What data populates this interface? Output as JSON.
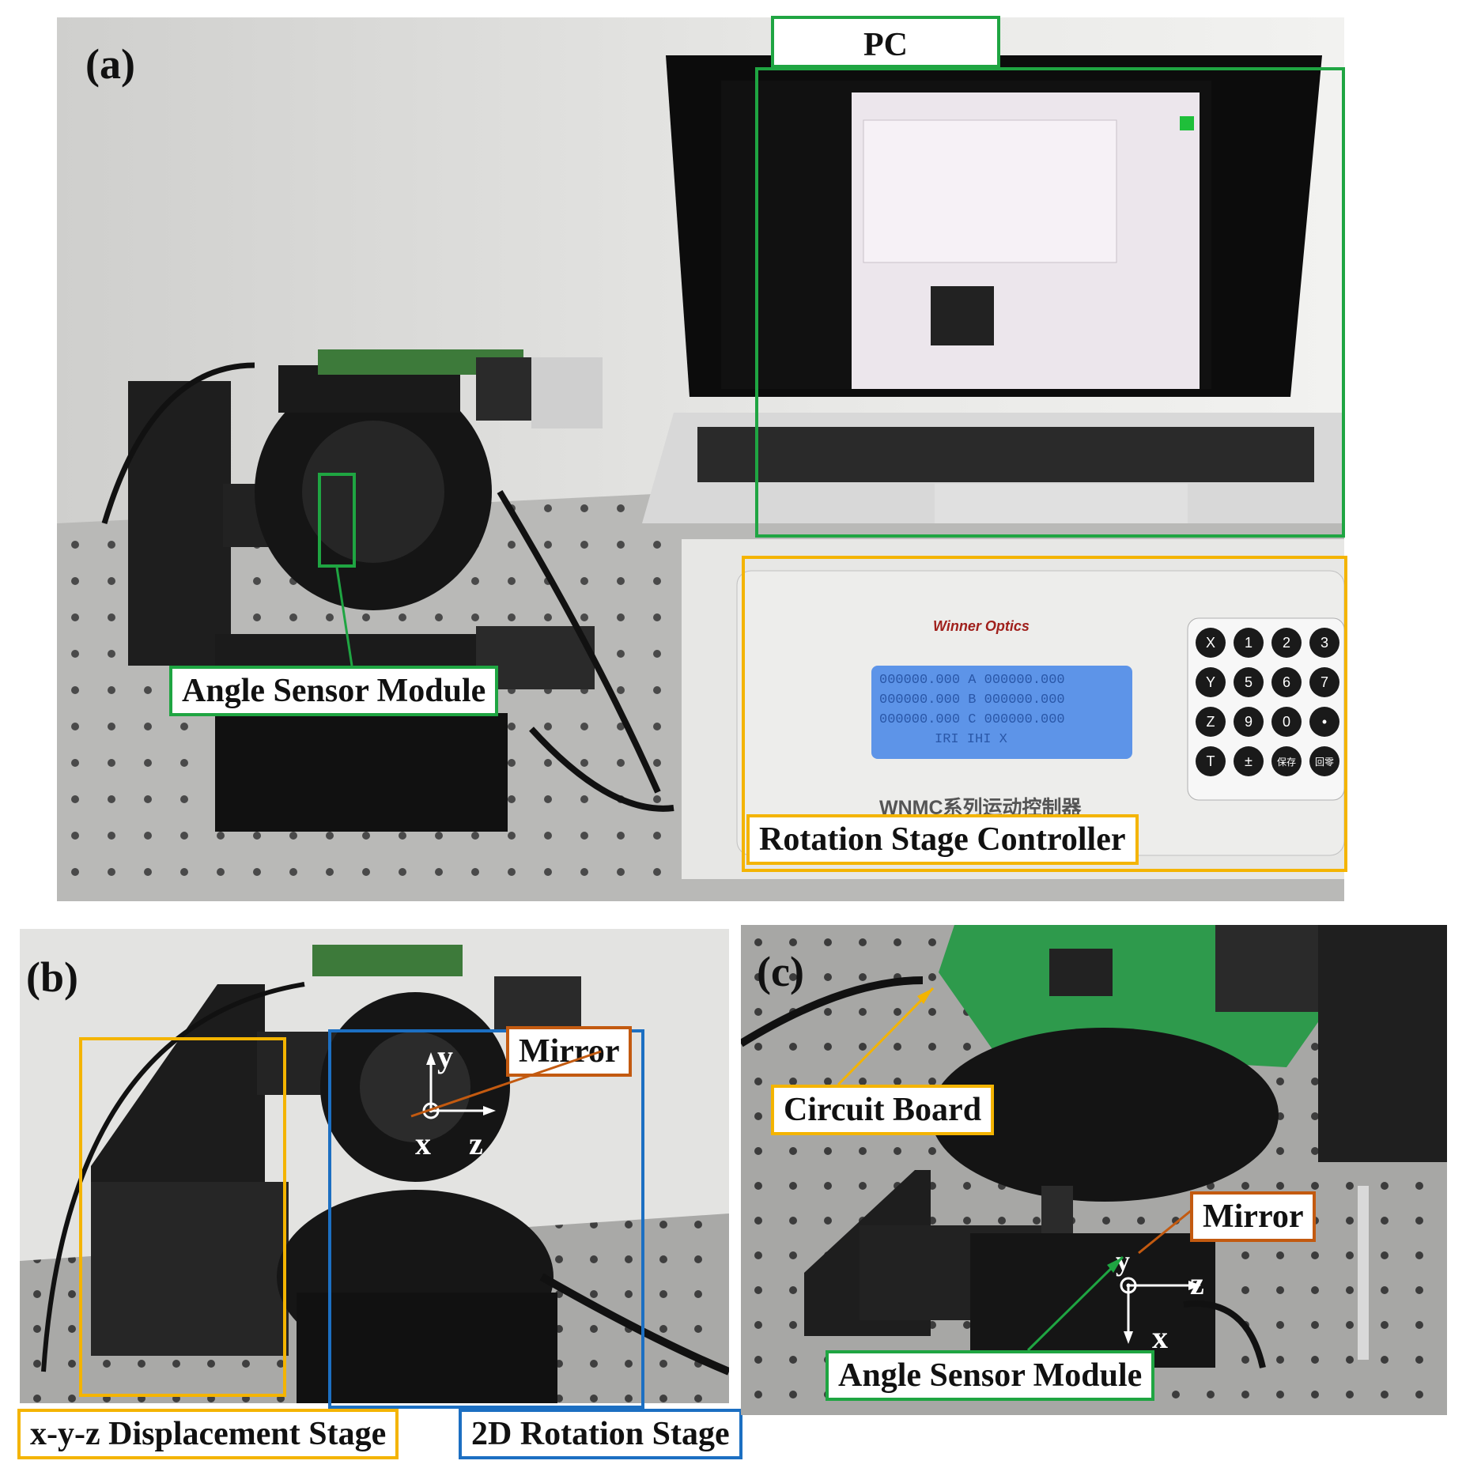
{
  "panels": {
    "a": {
      "label": "(a)"
    },
    "b": {
      "label": "(b)"
    },
    "c": {
      "label": "(c)"
    }
  },
  "labels": {
    "pc": "PC",
    "angle_sensor_a": "Angle Sensor Module",
    "controller": "Rotation Stage Controller",
    "mirror_b": "Mirror",
    "displacement": "x-y-z Displacement Stage",
    "rotation": "2D Rotation Stage",
    "circuit": "Circuit Board",
    "mirror_c": "Mirror",
    "angle_sensor_c": "Angle Sensor Module"
  },
  "axes": {
    "b": {
      "y": "y",
      "x": "x",
      "z": "z"
    },
    "c": {
      "y": "y",
      "x": "x",
      "z": "z"
    }
  },
  "device": {
    "brand": "Winner Optics",
    "lcd_rows": [
      "000000.000  A  000000.000",
      "000000.000  B  000000.000",
      "000000.000  C  000000.000",
      "IRI  IHI  X"
    ],
    "controller_title": "WNMC系列运动控制器",
    "keypad": [
      "X",
      "1",
      "2",
      "3",
      "Y",
      "5",
      "6",
      "7",
      "Z",
      "9",
      "0",
      "•",
      "T",
      "±",
      "保存",
      "回零"
    ]
  },
  "colors": {
    "green": "#1fa542",
    "yellow": "#f4b400",
    "blue": "#1c6fc2",
    "orange": "#c35a10"
  }
}
